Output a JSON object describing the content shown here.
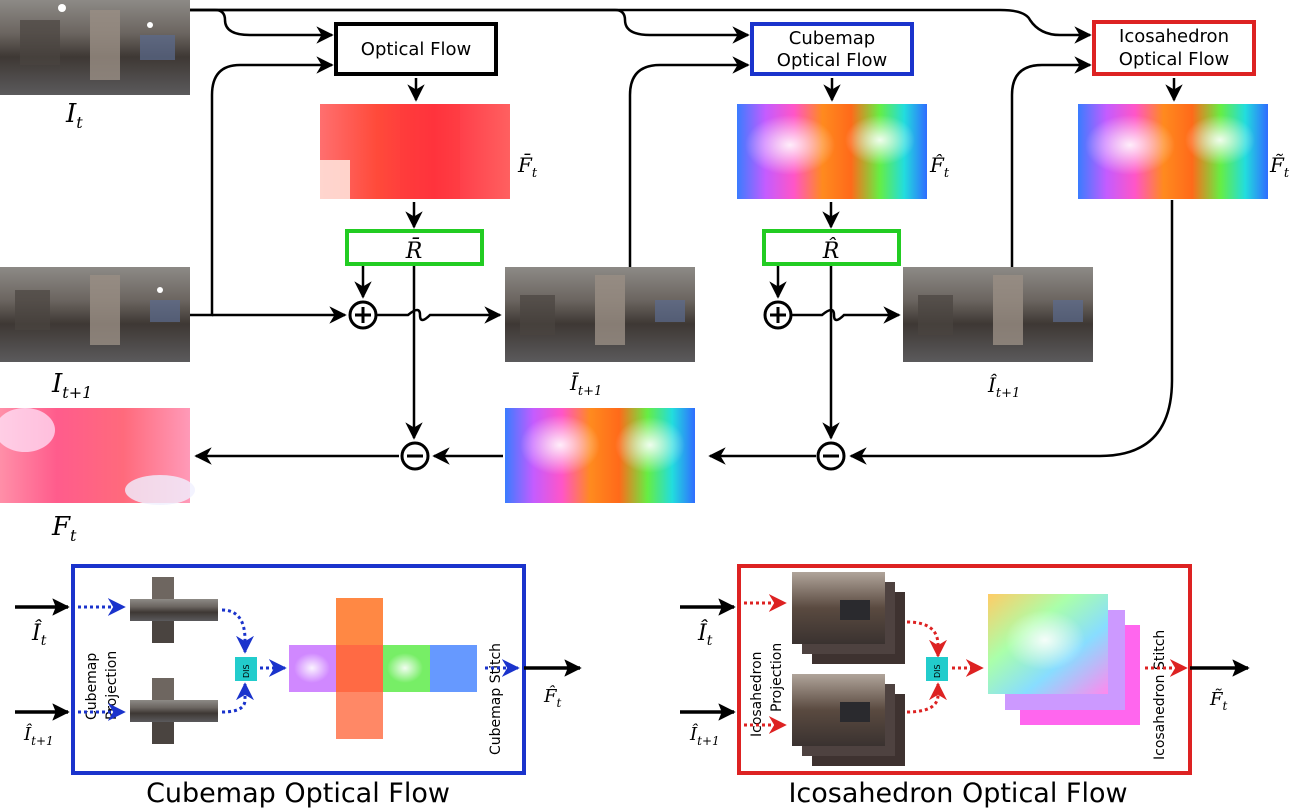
{
  "main": {
    "optical_flow_label": "Optical Flow",
    "cubemap_label_line1": "Cubemap",
    "cubemap_label_line2": "Optical Flow",
    "icosahedron_label_line1": "Icosahedron",
    "icosahedron_label_line2": "Optical Flow",
    "img_It": "I",
    "img_It_sub": "t",
    "img_It1": "I",
    "img_It1_sub": "t+1",
    "img_Ibar": "Ī",
    "img_Ibar_sub": "t+1",
    "img_Ihat": "Î",
    "img_Ihat_sub": "t+1",
    "flow_bar": "F̄",
    "flow_bar_sub": "t",
    "flow_hat": "F̂",
    "flow_hat_sub": "t",
    "flow_tilde": "F̃",
    "flow_tilde_sub": "t",
    "flow_final": "F",
    "flow_final_sub": "t",
    "rot_bar": "R̄",
    "rot_hat": "R̂",
    "plus_symbol": "+",
    "minus_symbol": "−"
  },
  "cubemap_panel": {
    "caption": "Cubemap Optical Flow",
    "input_top": "Î",
    "input_top_sub": "t",
    "input_bottom": "Î",
    "input_bottom_sub": "t+1",
    "projection_line1": "Cubemap",
    "projection_line2": "Projection",
    "dis_label": "DIS",
    "stitch_label": "Cubemap  Stitch",
    "output": "F̂",
    "output_sub": "t"
  },
  "icosahedron_panel": {
    "caption": "Icosahedron Optical Flow",
    "input_top": "Î",
    "input_top_sub": "t",
    "input_bottom": "Î",
    "input_bottom_sub": "t+1",
    "projection_line1": "Icosahedron",
    "projection_line2": "Projection",
    "dis_label": "DIS",
    "stitch_label": "Icosahedron  Stitch",
    "output": "F̃",
    "output_sub": "t"
  },
  "colors": {
    "black_box": "#000000",
    "cubemap_blue": "#1a33cc",
    "icosa_red": "#dd2222",
    "rotation_green": "#22cc22",
    "dis_cyan": "#22cccc"
  }
}
